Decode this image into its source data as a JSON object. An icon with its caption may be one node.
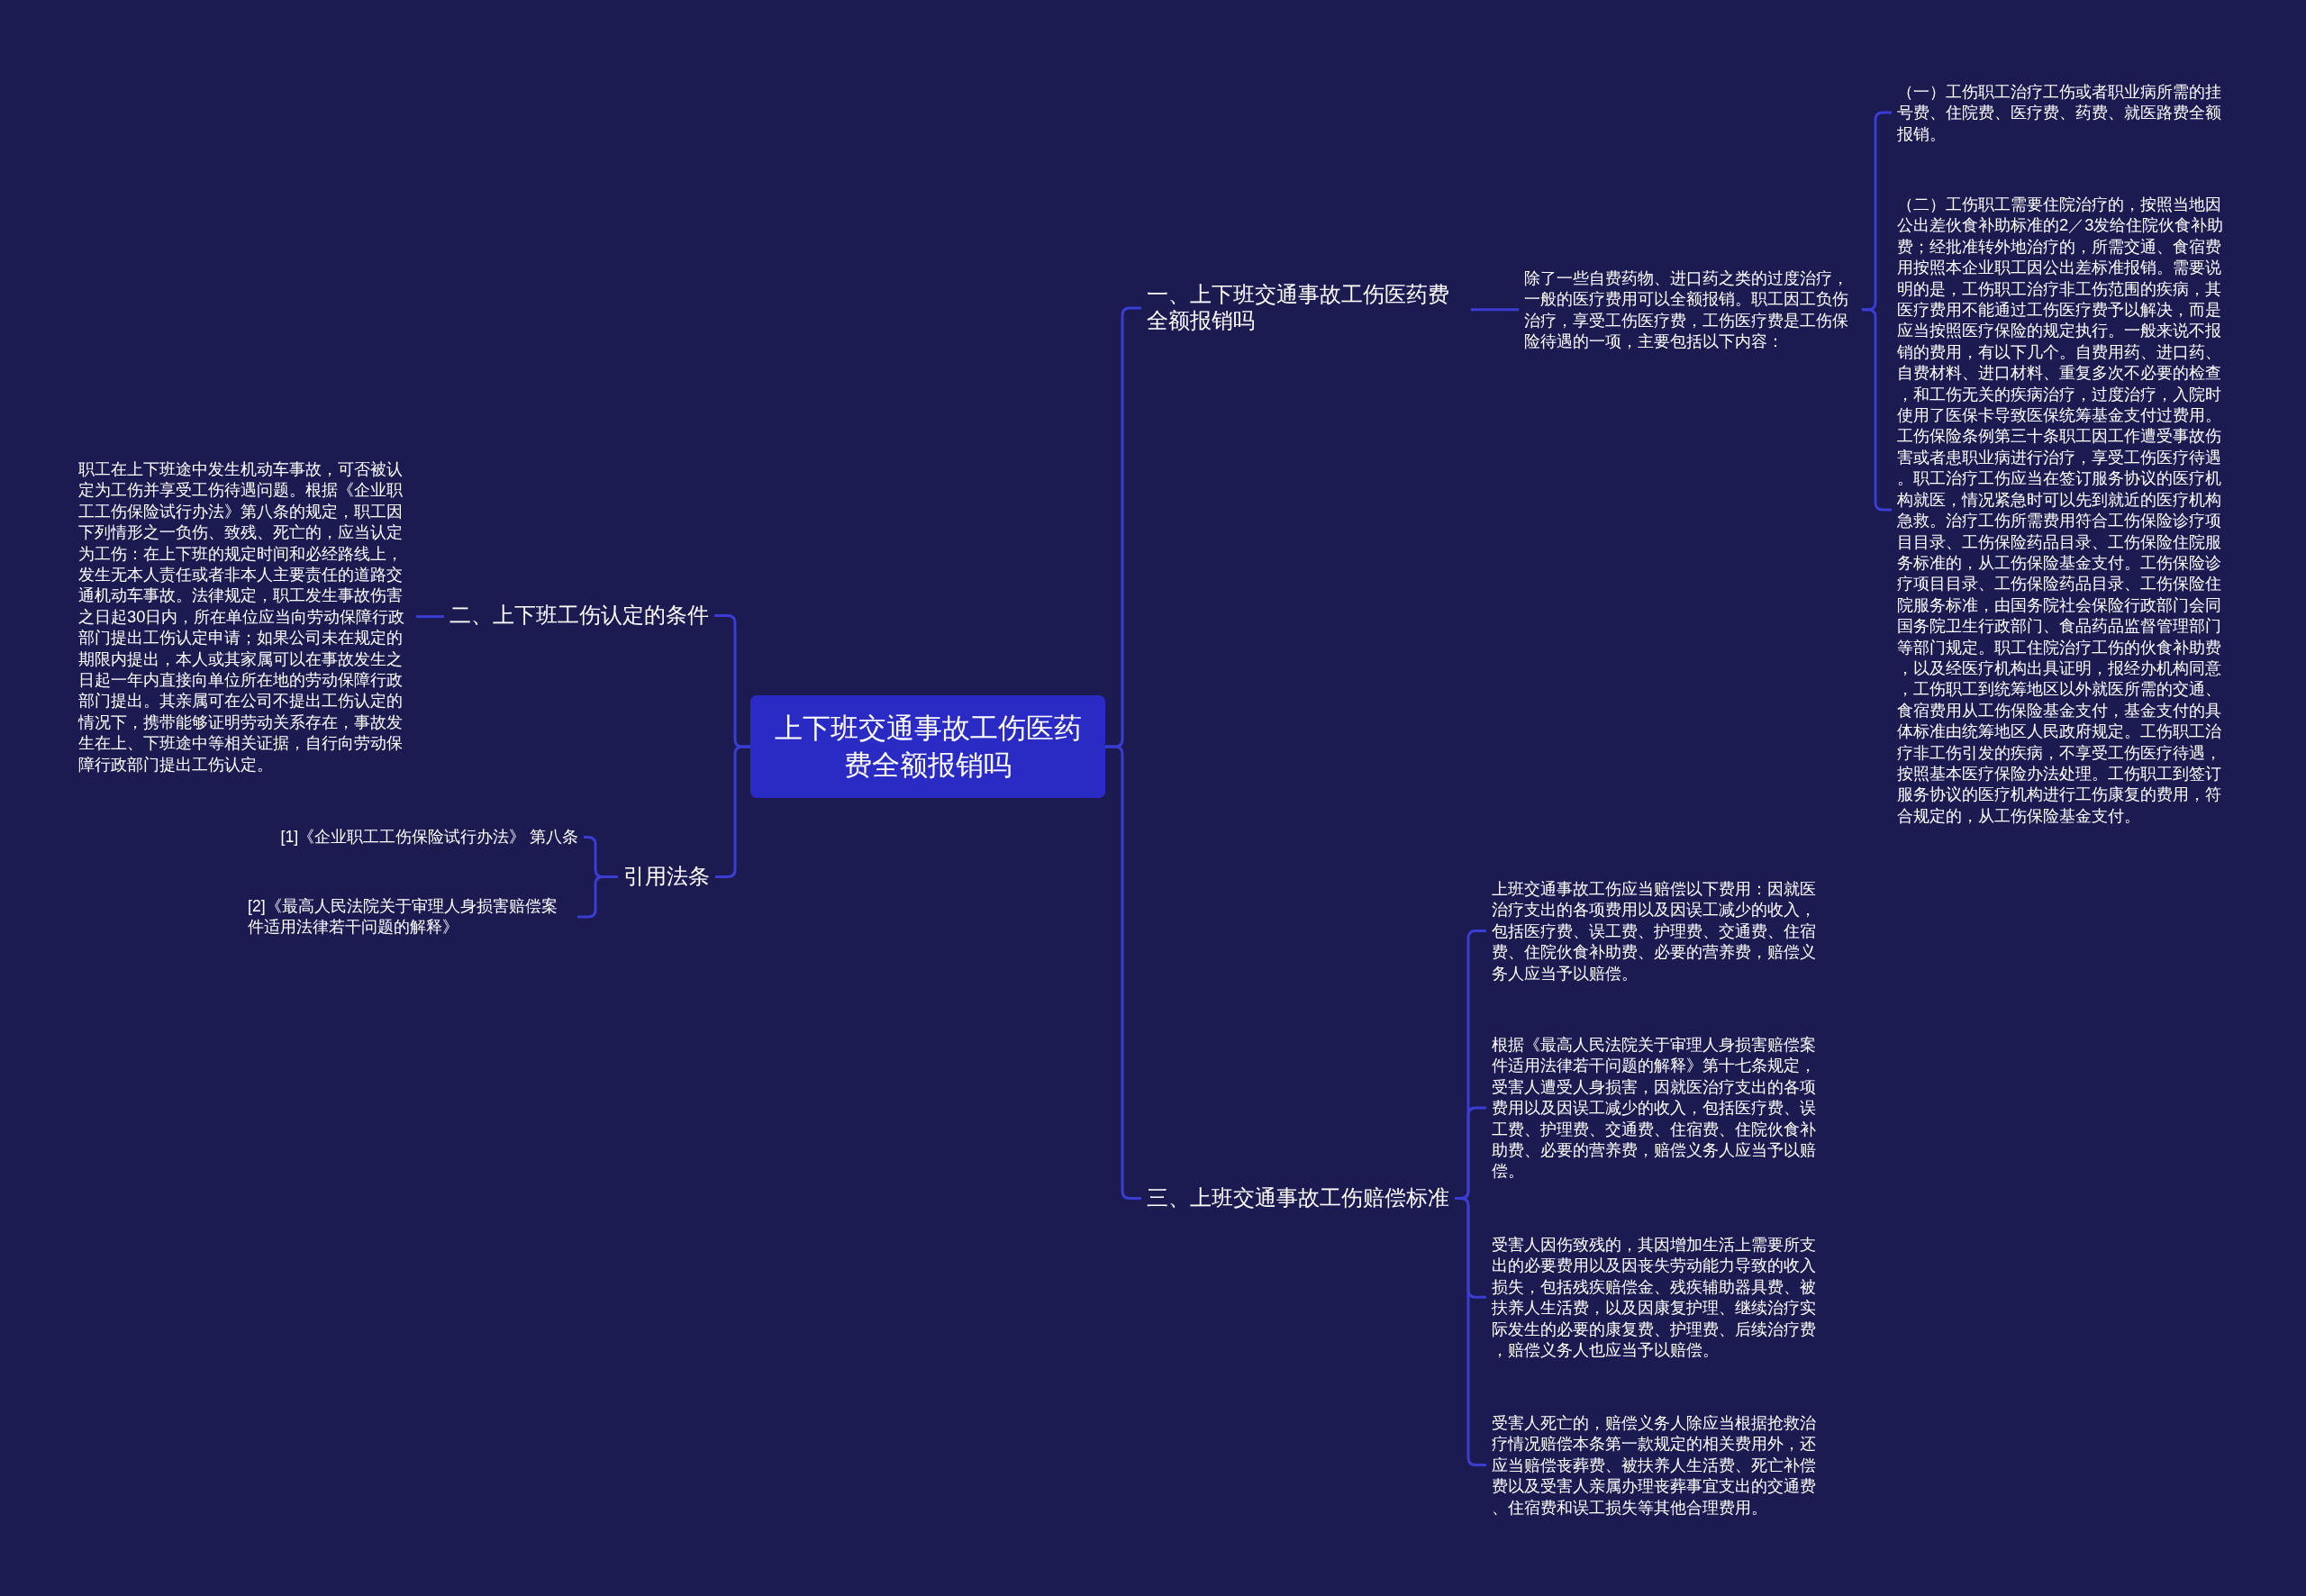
{
  "diagram": {
    "nodes": [
      {
        "text": [
          "上下班交通事故工伤医药费全额报销吗"
        ]
      },
      {
        "text": [
          "一、上下班交通事故工伤医药费全额报销吗"
        ]
      },
      {
        "text": [
          "除了一些自费药物、进口药之类的过度治疗，一般的医疗费用可以全额报销。职工因工负伤治疗，享受工伤医疗费，工伤医疗费是工伤保险待遇的一项，主要包括以下内容："
        ]
      },
      {
        "text": [
          "（一）工伤职工治疗工伤或者职业病所需的挂号费、住院费、医疗费、药费、就医路费全额报销。"
        ]
      },
      {
        "text": [
          "（二）工伤职工需要住院治疗的，按照当地因公出差伙食补助标准的2／3发给住院伙食补助费；经批准转外地治疗的，所需交通、食宿费用按照本企业职工因公出差标准报销。需要说明的是，工伤职工治疗非工伤范围的疾病，其医疗费用不能通过工伤医疗费予以解决，而是应当按照医疗保险的规定执行。一般来说不报销的费用，有以下几个。自费用药、进口药、自费材料、进口材料、重复多次不必要的检查，和工伤无关的疾病治疗，过度治疗，入院时使用了医保卡导致医保统筹基金支付过费用。工伤保险条例第三十条职工因工作遭受事故伤害或者患职业病进行治疗，享受工伤医疗待遇。职工治疗工伤应当在签订服务协议的医疗机构就医，情况紧急时可以先到就近的医疗机构急救。治疗工伤所需费用符合工伤保险诊疗项目目录、工伤保险药品目录、工伤保险住院服务标准的，从工伤保险基金支付。工伤保险诊疗项目目录、工伤保险药品目录、工伤保险住院服务标准，由国务院社会保险行政部门会同国务院卫生行政部门、食品药品监督管理部门等部门规定。职工住院治疗工伤的伙食补助费，以及经医疗机构出具证明，报经办机构同意，工伤职工到统筹地区以外就医所需的交通、食宿费用从工伤保险基金支付，基金支付的具体标准由统筹地区人民政府规定。工伤职工治疗非工伤引发的疾病，不享受工伤医疗待遇，按照基本医疗保险办法处理。工伤职工到签订服务协议的医疗机构进行工伤康复的费用，符合规定的，从工伤保险基金支付。"
        ]
      },
      {
        "text": [
          "三、上班交通事故工伤赔偿标准"
        ]
      },
      {
        "text": [
          "上班交通事故工伤应当赔偿以下费用：因就医治疗支出的各项费用以及因误工减少的收入，包括医疗费、误工费、护理费、交通费、住宿费、住院伙食补助费、必要的营养费，赔偿义务人应当予以赔偿。"
        ]
      },
      {
        "text": [
          "根据《最高人民法院关于审理人身损害赔偿案件适用法律若干问题的解释》第十七条规定，受害人遭受人身损害，因就医治疗支出的各项费用以及因误工减少的收入，包括医疗费、误工费、护理费、交通费、住宿费、住院伙食补助费、必要的营养费，赔偿义务人应当予以赔偿。"
        ]
      },
      {
        "text": [
          "受害人因伤致残的，其因增加生活上需要所支出的必要费用以及因丧失劳动能力导致的收入损失，包括残疾赔偿金、残疾辅助器具费、被扶养人生活费，以及因康复护理、继续治疗实际发生的必要的康复费、护理费、后续治疗费，赔偿义务人也应当予以赔偿。"
        ]
      },
      {
        "text": [
          "受害人死亡的，赔偿义务人除应当根据抢救治疗情况赔偿本条第一款规定的相关费用外，还应当赔偿丧葬费、被扶养人生活费、死亡补偿费以及受害人亲属办理丧葬事宜支出的交通费、住宿费和误工损失等其他合理费用。"
        ]
      },
      {
        "text": [
          "二、上下班工伤认定的条件"
        ]
      },
      {
        "text": [
          "职工在上下班途中发生机动车事故，可否被认定为工伤并享受工伤待遇问题。根据《企业职工工伤保险试行办法》第八条的规定，职工因下列情形之一负伤、致残、死亡的，应当认定为工伤：在上下班的规定时间和必经路线上，发生无本人责任或者非本人主要责任的道路交通机动车事故。法律规定，职工发生事故伤害之日起30日内，所在单位应当向劳动保障行政部门提出工伤认定申请；如果公司未在规定的期限内提出，本人或其家属可以在事故发生之日起一年内直接向单位所在地的劳动保障行政部门提出。其亲属可在公司不提出工伤认定的情况下，携带能够证明劳动关系存在，事故发生在上、下班途中等相关证据，自行向劳动保障行政部门提出工伤认定。"
        ]
      },
      {
        "text": [
          "引用法条"
        ]
      },
      {
        "text": [
          "[1]《企业职工工伤保险试行办法》 第八条"
        ]
      },
      {
        "text": [
          "[2]《最高人民法院关于审理人身损害赔偿案件适用法律若干问题的解释》"
        ]
      }
    ],
    "edges": [
      {
        "from": 0,
        "to": 1,
        "arrow": "none"
      },
      {
        "from": 1,
        "to": 2,
        "arrow": "none"
      },
      {
        "from": 2,
        "to": 3,
        "arrow": "none"
      },
      {
        "from": 2,
        "to": 4,
        "arrow": "none"
      },
      {
        "from": 0,
        "to": 5,
        "arrow": "none"
      },
      {
        "from": 5,
        "to": 6,
        "arrow": "none"
      },
      {
        "from": 5,
        "to": 7,
        "arrow": "none"
      },
      {
        "from": 5,
        "to": 8,
        "arrow": "none"
      },
      {
        "from": 5,
        "to": 9,
        "arrow": "none"
      },
      {
        "from": 0,
        "to": 10,
        "arrow": "none"
      },
      {
        "from": 10,
        "to": 11,
        "arrow": "none"
      },
      {
        "from": 0,
        "to": 12,
        "arrow": "none"
      },
      {
        "from": 12,
        "to": 13,
        "arrow": "none"
      },
      {
        "from": 12,
        "to": 14,
        "arrow": "none"
      }
    ]
  }
}
